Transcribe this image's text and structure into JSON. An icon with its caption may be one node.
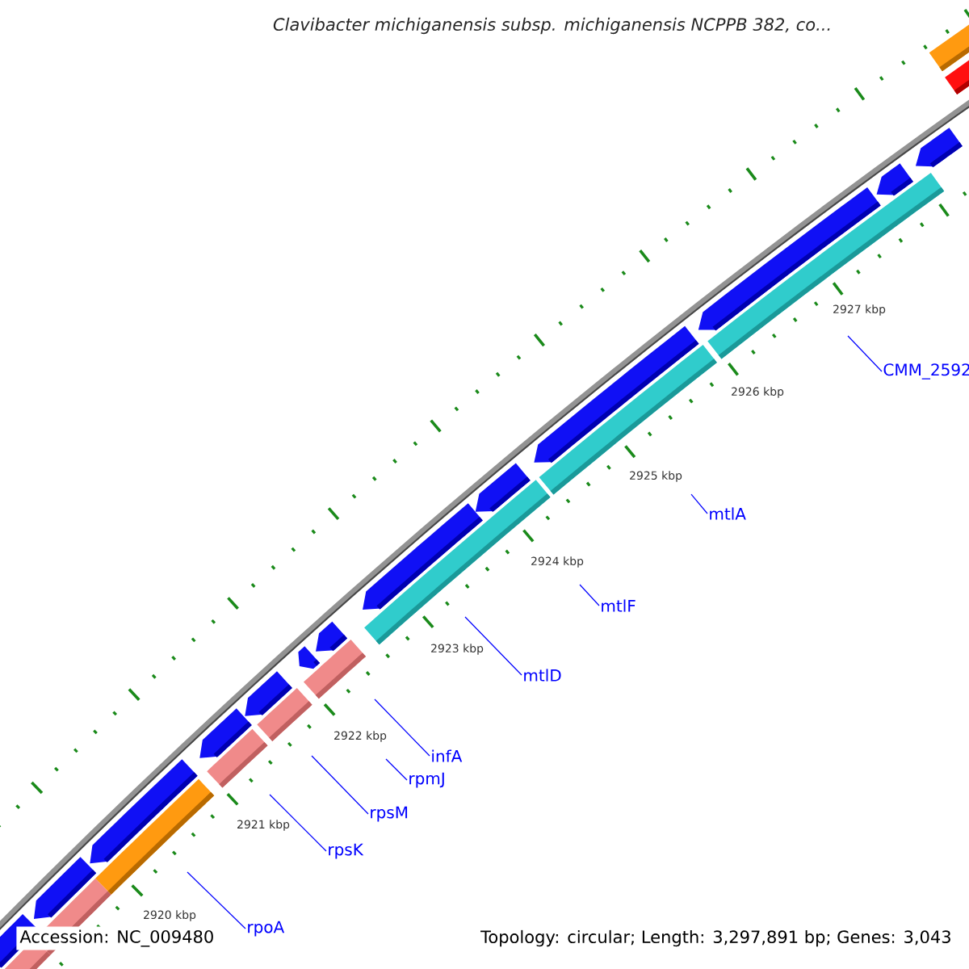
{
  "diagram": {
    "nodes": [
      {
        "text": [
          "CMM_2592"
        ]
      },
      {
        "text": [
          "mtlA"
        ]
      },
      {
        "text": [
          "mtlF"
        ]
      },
      {
        "text": [
          "mtlD"
        ]
      },
      {
        "text": [
          "infA"
        ]
      },
      {
        "text": [
          "rpmJ"
        ]
      },
      {
        "text": [
          "rpsM"
        ]
      },
      {
        "text": [
          "rpsK"
        ]
      },
      {
        "text": [
          "rpoA"
        ]
      }
    ],
    "edges": [
      {
        "from": 0,
        "to": null,
        "arrow": "none"
      },
      {
        "from": 1,
        "to": null,
        "arrow": "none"
      },
      {
        "from": 2,
        "to": null,
        "arrow": "none"
      },
      {
        "from": 3,
        "to": null,
        "arrow": "none"
      },
      {
        "from": 4,
        "to": null,
        "arrow": "none"
      },
      {
        "from": 5,
        "to": null,
        "arrow": "none"
      },
      {
        "from": 6,
        "to": null,
        "arrow": "none"
      },
      {
        "from": 7,
        "to": null,
        "arrow": "none"
      },
      {
        "from": 8,
        "to": null,
        "arrow": "none"
      }
    ],
    "labels": [
      "*Clavibacter michiganensis* subsp. *michiganensis* NCPPB 382, co...",
      "2927 kbp",
      "2926 kbp",
      "2925 kbp",
      "2924 kbp",
      "2923 kbp",
      "2922 kbp",
      "2921 kbp",
      "2920 kbp",
      "Accession: NC_009480",
      "Topology: circular; Length: 3,297,891 bp; Genes: 3,043"
    ]
  }
}
